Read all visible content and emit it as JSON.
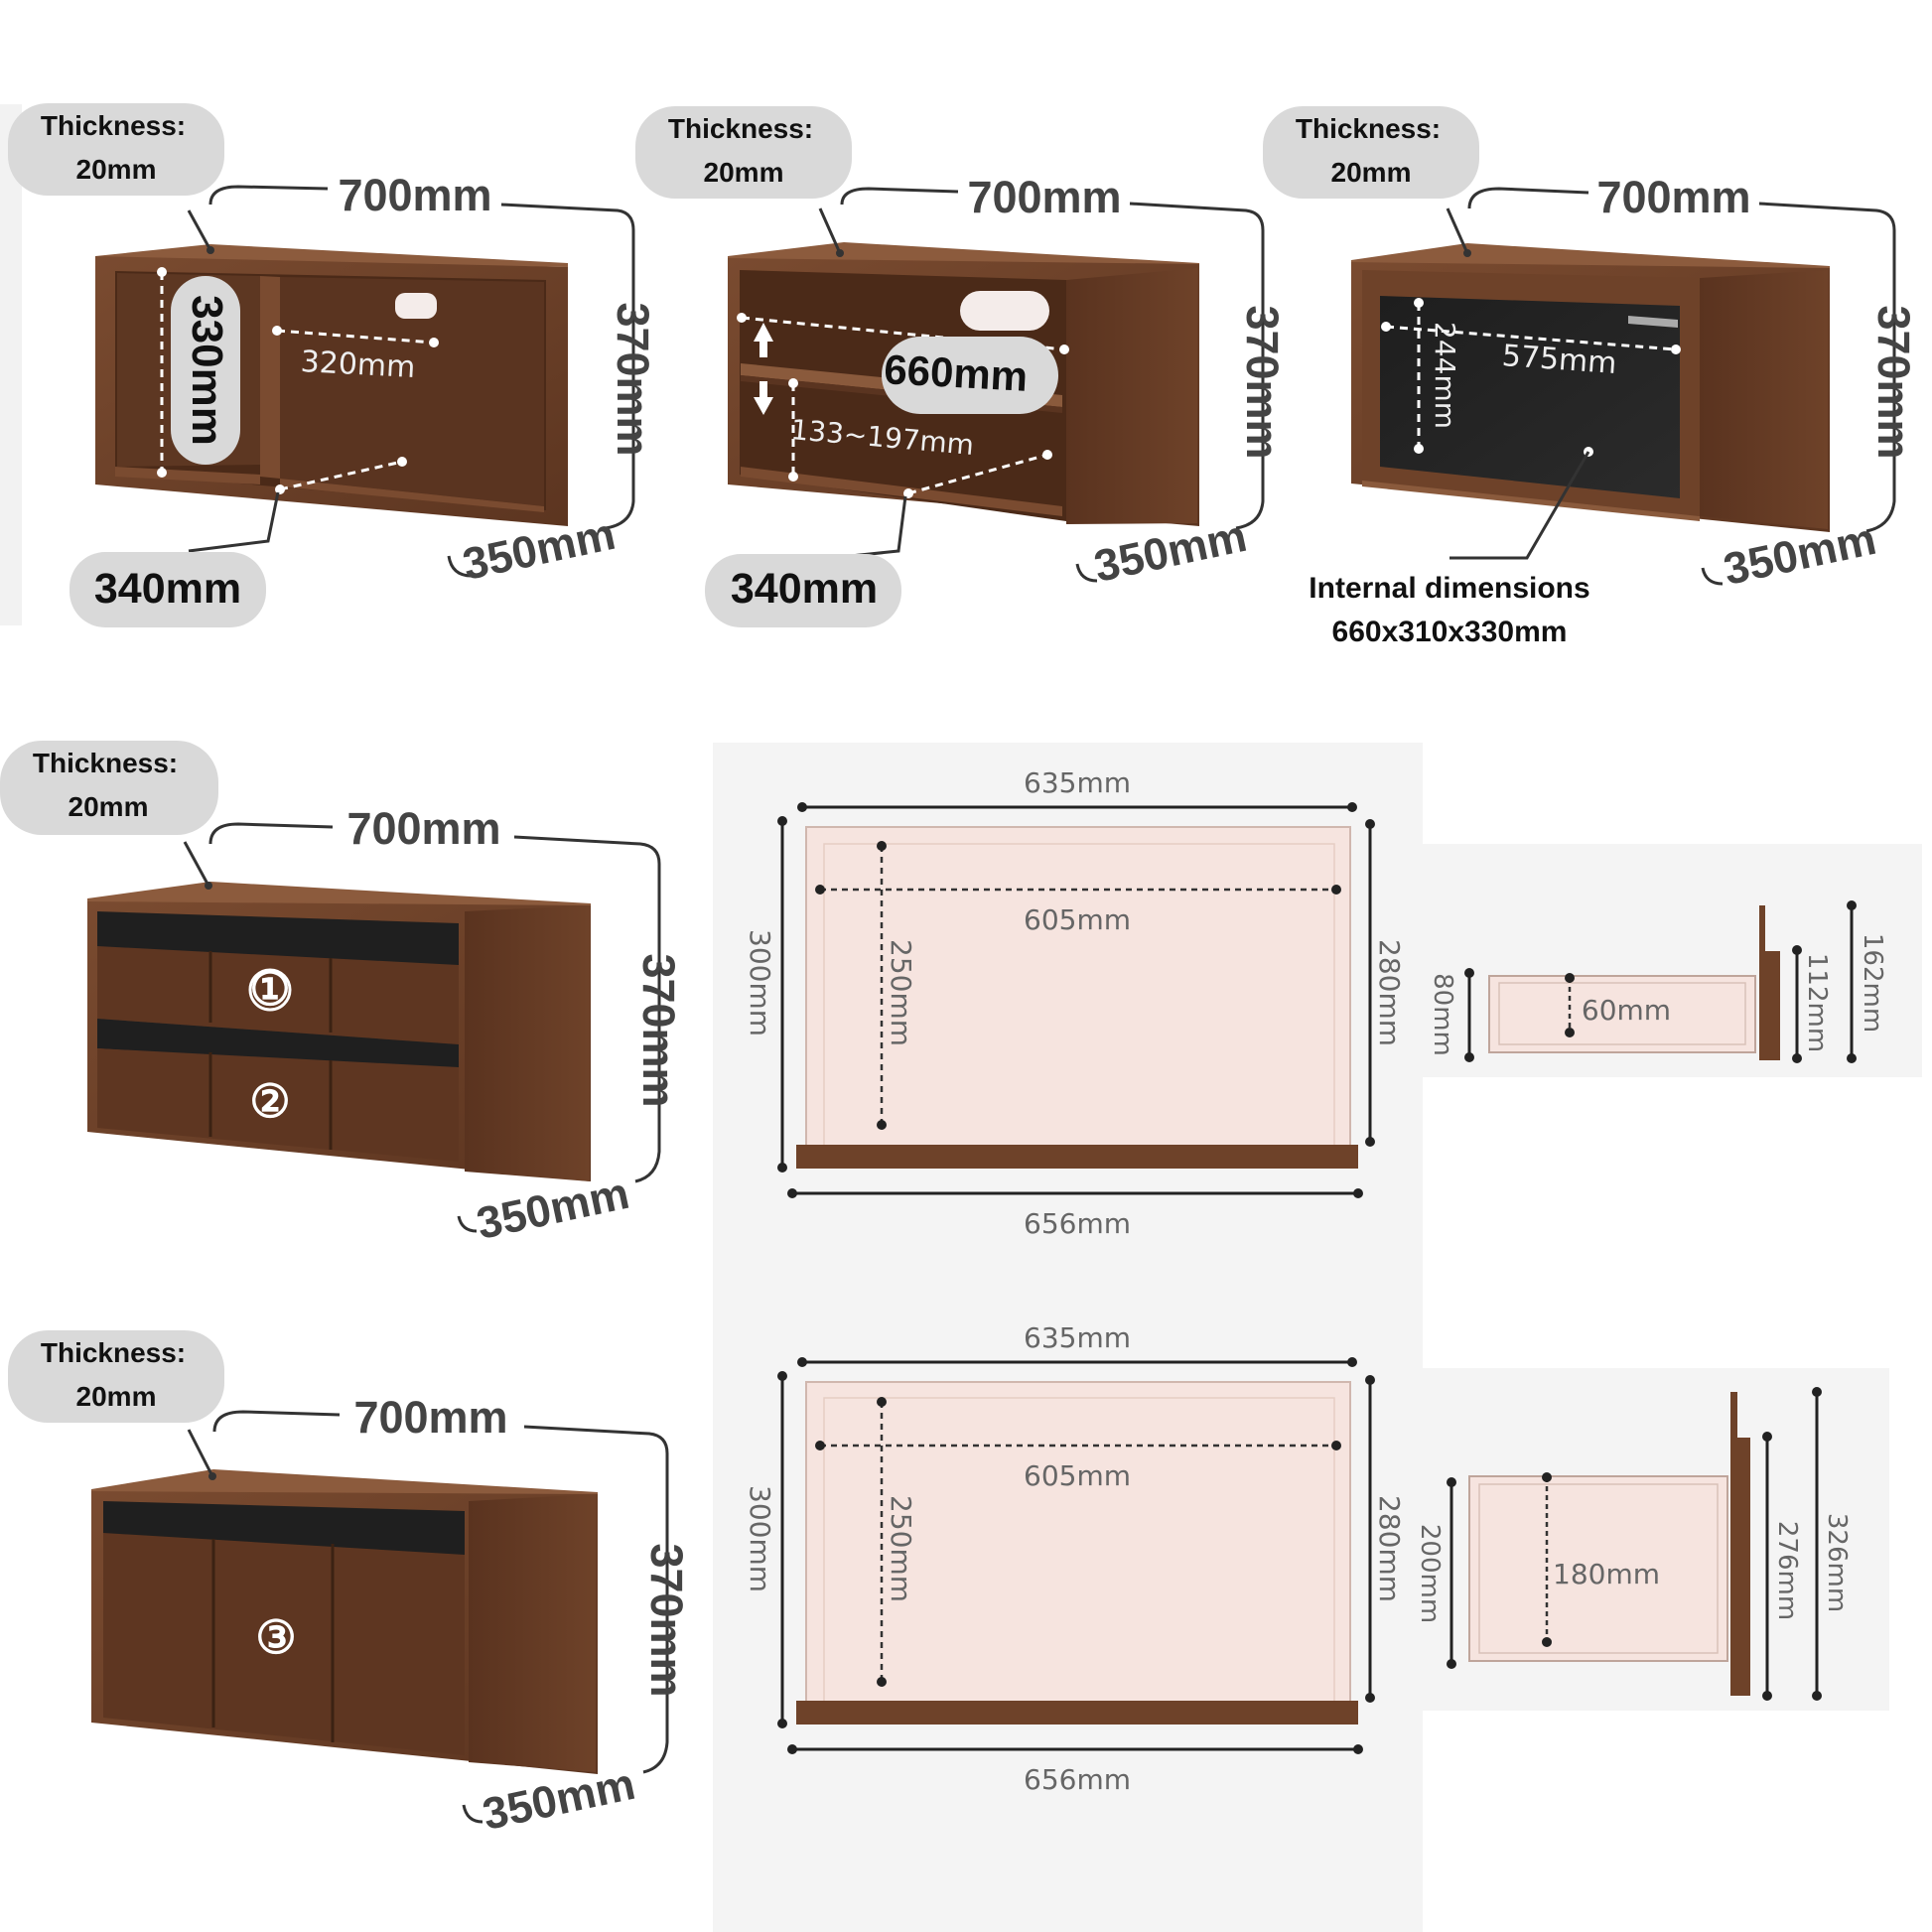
{
  "cabinets": [
    {
      "thickness_label": "Thickness:",
      "thickness_value": "20mm",
      "width": "700mm",
      "height": "370mm",
      "depth": "350mm",
      "inner_height": "330mm",
      "inner_width": "320mm",
      "inner_depth": "340mm"
    },
    {
      "thickness_label": "Thickness:",
      "thickness_value": "20mm",
      "width": "700mm",
      "height": "370mm",
      "depth": "350mm",
      "inner_width": "660mm",
      "shelf_range": "133~197mm",
      "inner_depth": "340mm"
    },
    {
      "thickness_label": "Thickness:",
      "thickness_value": "20mm",
      "width": "700mm",
      "height": "370mm",
      "depth": "350mm",
      "door_height": "244mm",
      "door_width": "575mm",
      "internal_label": "Internal dimensions",
      "internal_value": "660x310x330mm"
    },
    {
      "thickness_label": "Thickness:",
      "thickness_value": "20mm",
      "width": "700mm",
      "height": "370mm",
      "depth": "350mm",
      "drawer_1": "①",
      "drawer_2": "②"
    },
    {
      "thickness_label": "Thickness:",
      "thickness_value": "20mm",
      "width": "700mm",
      "height": "370mm",
      "depth": "350mm",
      "drawer_3": "③"
    }
  ],
  "drawer_plans": [
    {
      "outer_width": "635mm",
      "inner_width": "605mm",
      "front_width": "656mm",
      "left_depth": "300mm",
      "inner_depth": "250mm",
      "right_depth": "280mm",
      "side_height": "80mm",
      "side_inner": "60mm",
      "side_back": "112mm",
      "side_front": "162mm"
    },
    {
      "outer_width": "635mm",
      "inner_width": "605mm",
      "front_width": "656mm",
      "left_depth": "300mm",
      "inner_depth": "250mm",
      "right_depth": "280mm",
      "side_height": "200mm",
      "side_inner": "180mm",
      "side_back": "276mm",
      "side_front": "326mm"
    }
  ],
  "colors": {
    "wood_light": "#8a5a3c",
    "wood_mid": "#6e4229",
    "wood_dark": "#4a2a19",
    "pink_fill": "#f6e4df",
    "panel_bg": "#f4f4f4",
    "pill": "#d9d9d9"
  }
}
